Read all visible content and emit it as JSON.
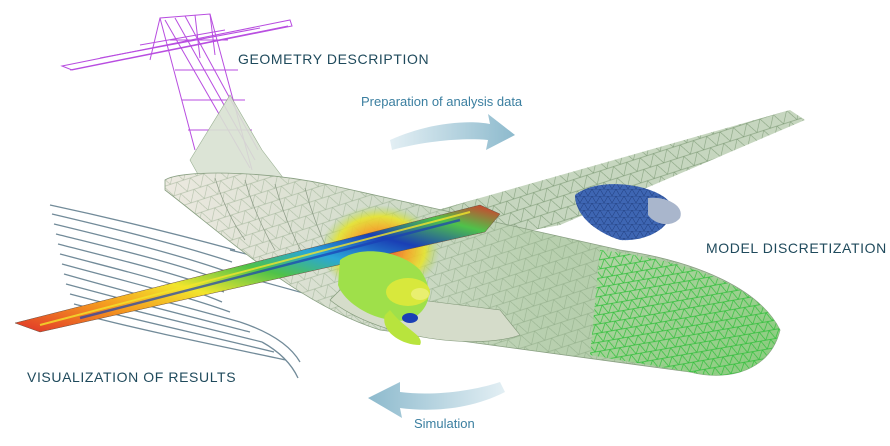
{
  "stages": {
    "geometry": "GEOMETRY DESCRIPTION",
    "discretization": "MODEL DISCRETIZATION",
    "visualization": "VISUALIZATION OF RESULTS"
  },
  "flows": {
    "preparation": "Preparation of analysis data",
    "simulation": "Simulation"
  },
  "colors": {
    "stage_text": "#1f4a5c",
    "flow_text": "#3b7fa0",
    "arrow": "#9cc3d3",
    "wireframe": "#b84de0",
    "mesh_green": "#2fbf3a",
    "fuselage": "#c9d8c4",
    "engine_blue": "#3e66b3",
    "streamlines": "#5a7788"
  },
  "icons": {
    "forward_arrow": "curved-arrow-right-icon",
    "backward_arrow": "curved-arrow-left-icon"
  }
}
